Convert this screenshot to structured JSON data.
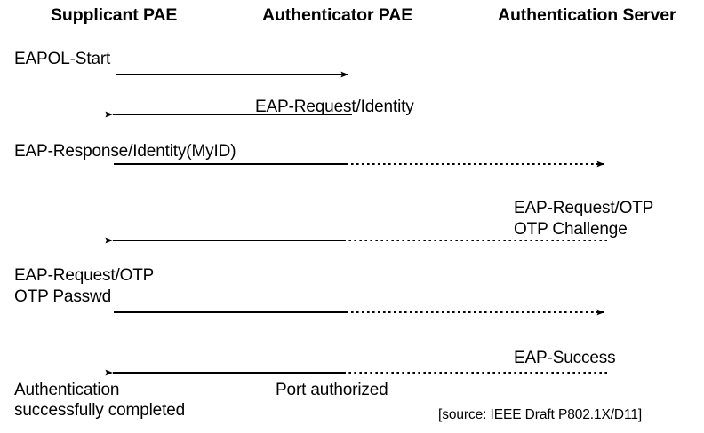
{
  "diagram": {
    "title": "IEEE 802.1X EAPOL authentication message sequence",
    "stroke_color": "#000000",
    "background_color": "#ffffff",
    "columns": [
      {
        "id": "supplicant",
        "label": "Supplicant PAE"
      },
      {
        "id": "authenticator",
        "label": "Authenticator PAE"
      },
      {
        "id": "server",
        "label": "Authentication Server"
      }
    ],
    "messages": [
      {
        "id": "eapol-start",
        "label": "EAPOL-Start",
        "direction": "right",
        "from": "supplicant",
        "to": "authenticator",
        "solid_span": "supplicant-to-authenticator",
        "dotted_span": "none"
      },
      {
        "id": "eap-request-identity",
        "label": "EAP-Request/Identity",
        "direction": "left",
        "from": "authenticator",
        "to": "supplicant",
        "solid_span": "supplicant-to-authenticator",
        "dotted_span": "none"
      },
      {
        "id": "eap-response-identity",
        "label": "EAP-Response/Identity(MyID)",
        "direction": "right",
        "from": "supplicant",
        "to": "server",
        "solid_span": "supplicant-to-authenticator",
        "dotted_span": "authenticator-to-server"
      },
      {
        "id": "eap-request-otp-challenge",
        "label_line1": "EAP-Request/OTP",
        "label_line2": "OTP Challenge",
        "direction": "left",
        "from": "server",
        "to": "supplicant",
        "solid_span": "supplicant-to-authenticator",
        "dotted_span": "authenticator-to-server"
      },
      {
        "id": "eap-request-otp-passwd",
        "label_line1": "EAP-Request/OTP",
        "label_line2": "OTP Passwd",
        "direction": "right",
        "from": "supplicant",
        "to": "server",
        "solid_span": "supplicant-to-authenticator",
        "dotted_span": "authenticator-to-server"
      },
      {
        "id": "eap-success",
        "label": "EAP-Success",
        "direction": "left",
        "from": "server",
        "to": "supplicant",
        "solid_span": "supplicant-to-authenticator",
        "dotted_span": "authenticator-to-server",
        "secondary_label": "Port authorized"
      }
    ],
    "notes": {
      "final_state_line1": "Authentication",
      "final_state_line2": "successfully completed",
      "port_authorized": "Port authorized"
    },
    "source": "[source: IEEE Draft P802.1X/D11]"
  }
}
